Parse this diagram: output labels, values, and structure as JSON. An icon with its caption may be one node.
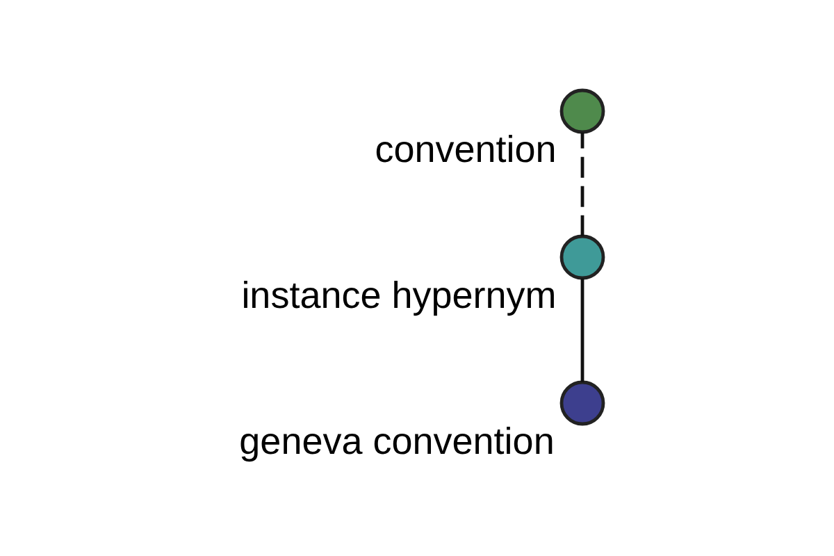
{
  "diagram": {
    "nodes": [
      {
        "text": [
          "convention"
        ]
      },
      {
        "text": [
          "instance hypernym"
        ]
      },
      {
        "text": [
          "geneva convention"
        ]
      }
    ],
    "edges": [
      {
        "from": 1,
        "to": 0,
        "arrow": "none",
        "style": "dashed"
      },
      {
        "from": 2,
        "to": 1,
        "arrow": "none"
      }
    ]
  }
}
